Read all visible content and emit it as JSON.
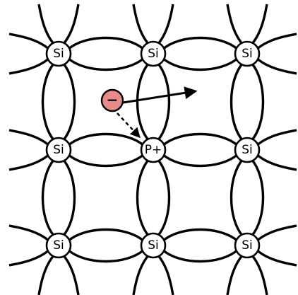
{
  "atoms": [
    {
      "id": "si-top-left",
      "label": "Si"
    },
    {
      "id": "si-top-center",
      "label": "Si"
    },
    {
      "id": "si-top-right",
      "label": "Si"
    },
    {
      "id": "si-mid-left",
      "label": "Si"
    },
    {
      "id": "p-dopant",
      "label": "P+"
    },
    {
      "id": "si-mid-right",
      "label": "Si"
    },
    {
      "id": "si-bottom-left",
      "label": "Si"
    },
    {
      "id": "si-bottom-center",
      "label": "Si"
    },
    {
      "id": "si-bottom-right",
      "label": "Si"
    }
  ],
  "electron": {
    "label": "−",
    "color": "#e88a8a"
  },
  "colors": {
    "line": "#000000",
    "atom_fill": "#ffffff",
    "background": "#ffffff"
  }
}
